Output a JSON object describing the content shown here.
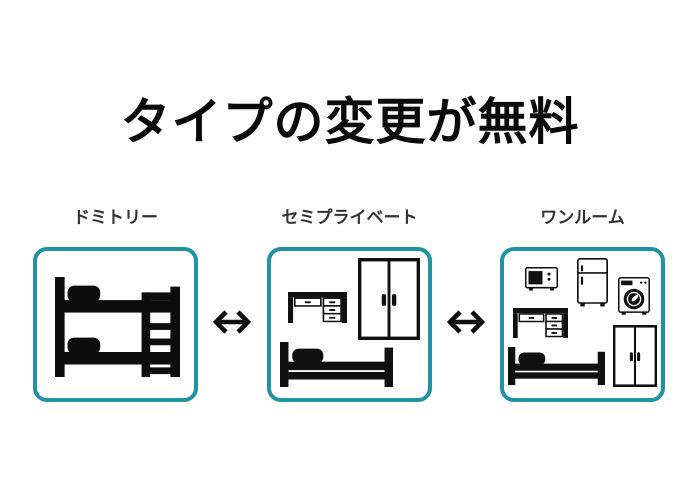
{
  "title": "タイプの変更が無料",
  "accent_color": "#2192a6",
  "panels": [
    {
      "id": "dormitory",
      "label": "ドミトリー",
      "icons": [
        "bunk-bed-icon"
      ]
    },
    {
      "id": "semi-private",
      "label": "セミプライベート",
      "icons": [
        "desk-icon",
        "wardrobe-icon",
        "single-bed-icon"
      ]
    },
    {
      "id": "one-room",
      "label": "ワンルーム",
      "icons": [
        "microwave-icon",
        "refrigerator-icon",
        "washing-machine-icon",
        "desk-icon",
        "single-bed-icon",
        "wardrobe-icon"
      ]
    }
  ],
  "arrows": [
    {
      "symbol": "↔"
    },
    {
      "symbol": "↔"
    }
  ]
}
